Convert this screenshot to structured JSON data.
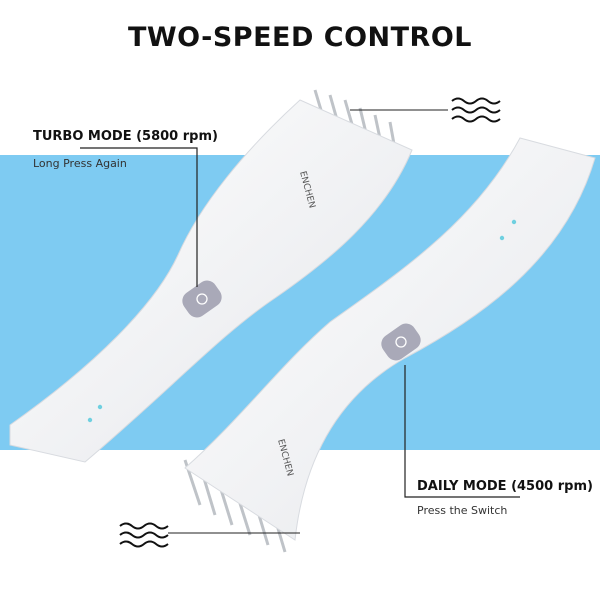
{
  "title": "TWO-SPEED CONTROL",
  "turbo": {
    "label": "TURBO MODE (5800 rpm)",
    "sub": "Long Press Again"
  },
  "daily": {
    "label": "DAILY MODE (4500 rpm)",
    "sub": "Press the Switch"
  },
  "brand": "ENCHEN",
  "colors": {
    "band": "#7ecbf2",
    "body": "#ffffff",
    "button": "#a9a9b8"
  }
}
